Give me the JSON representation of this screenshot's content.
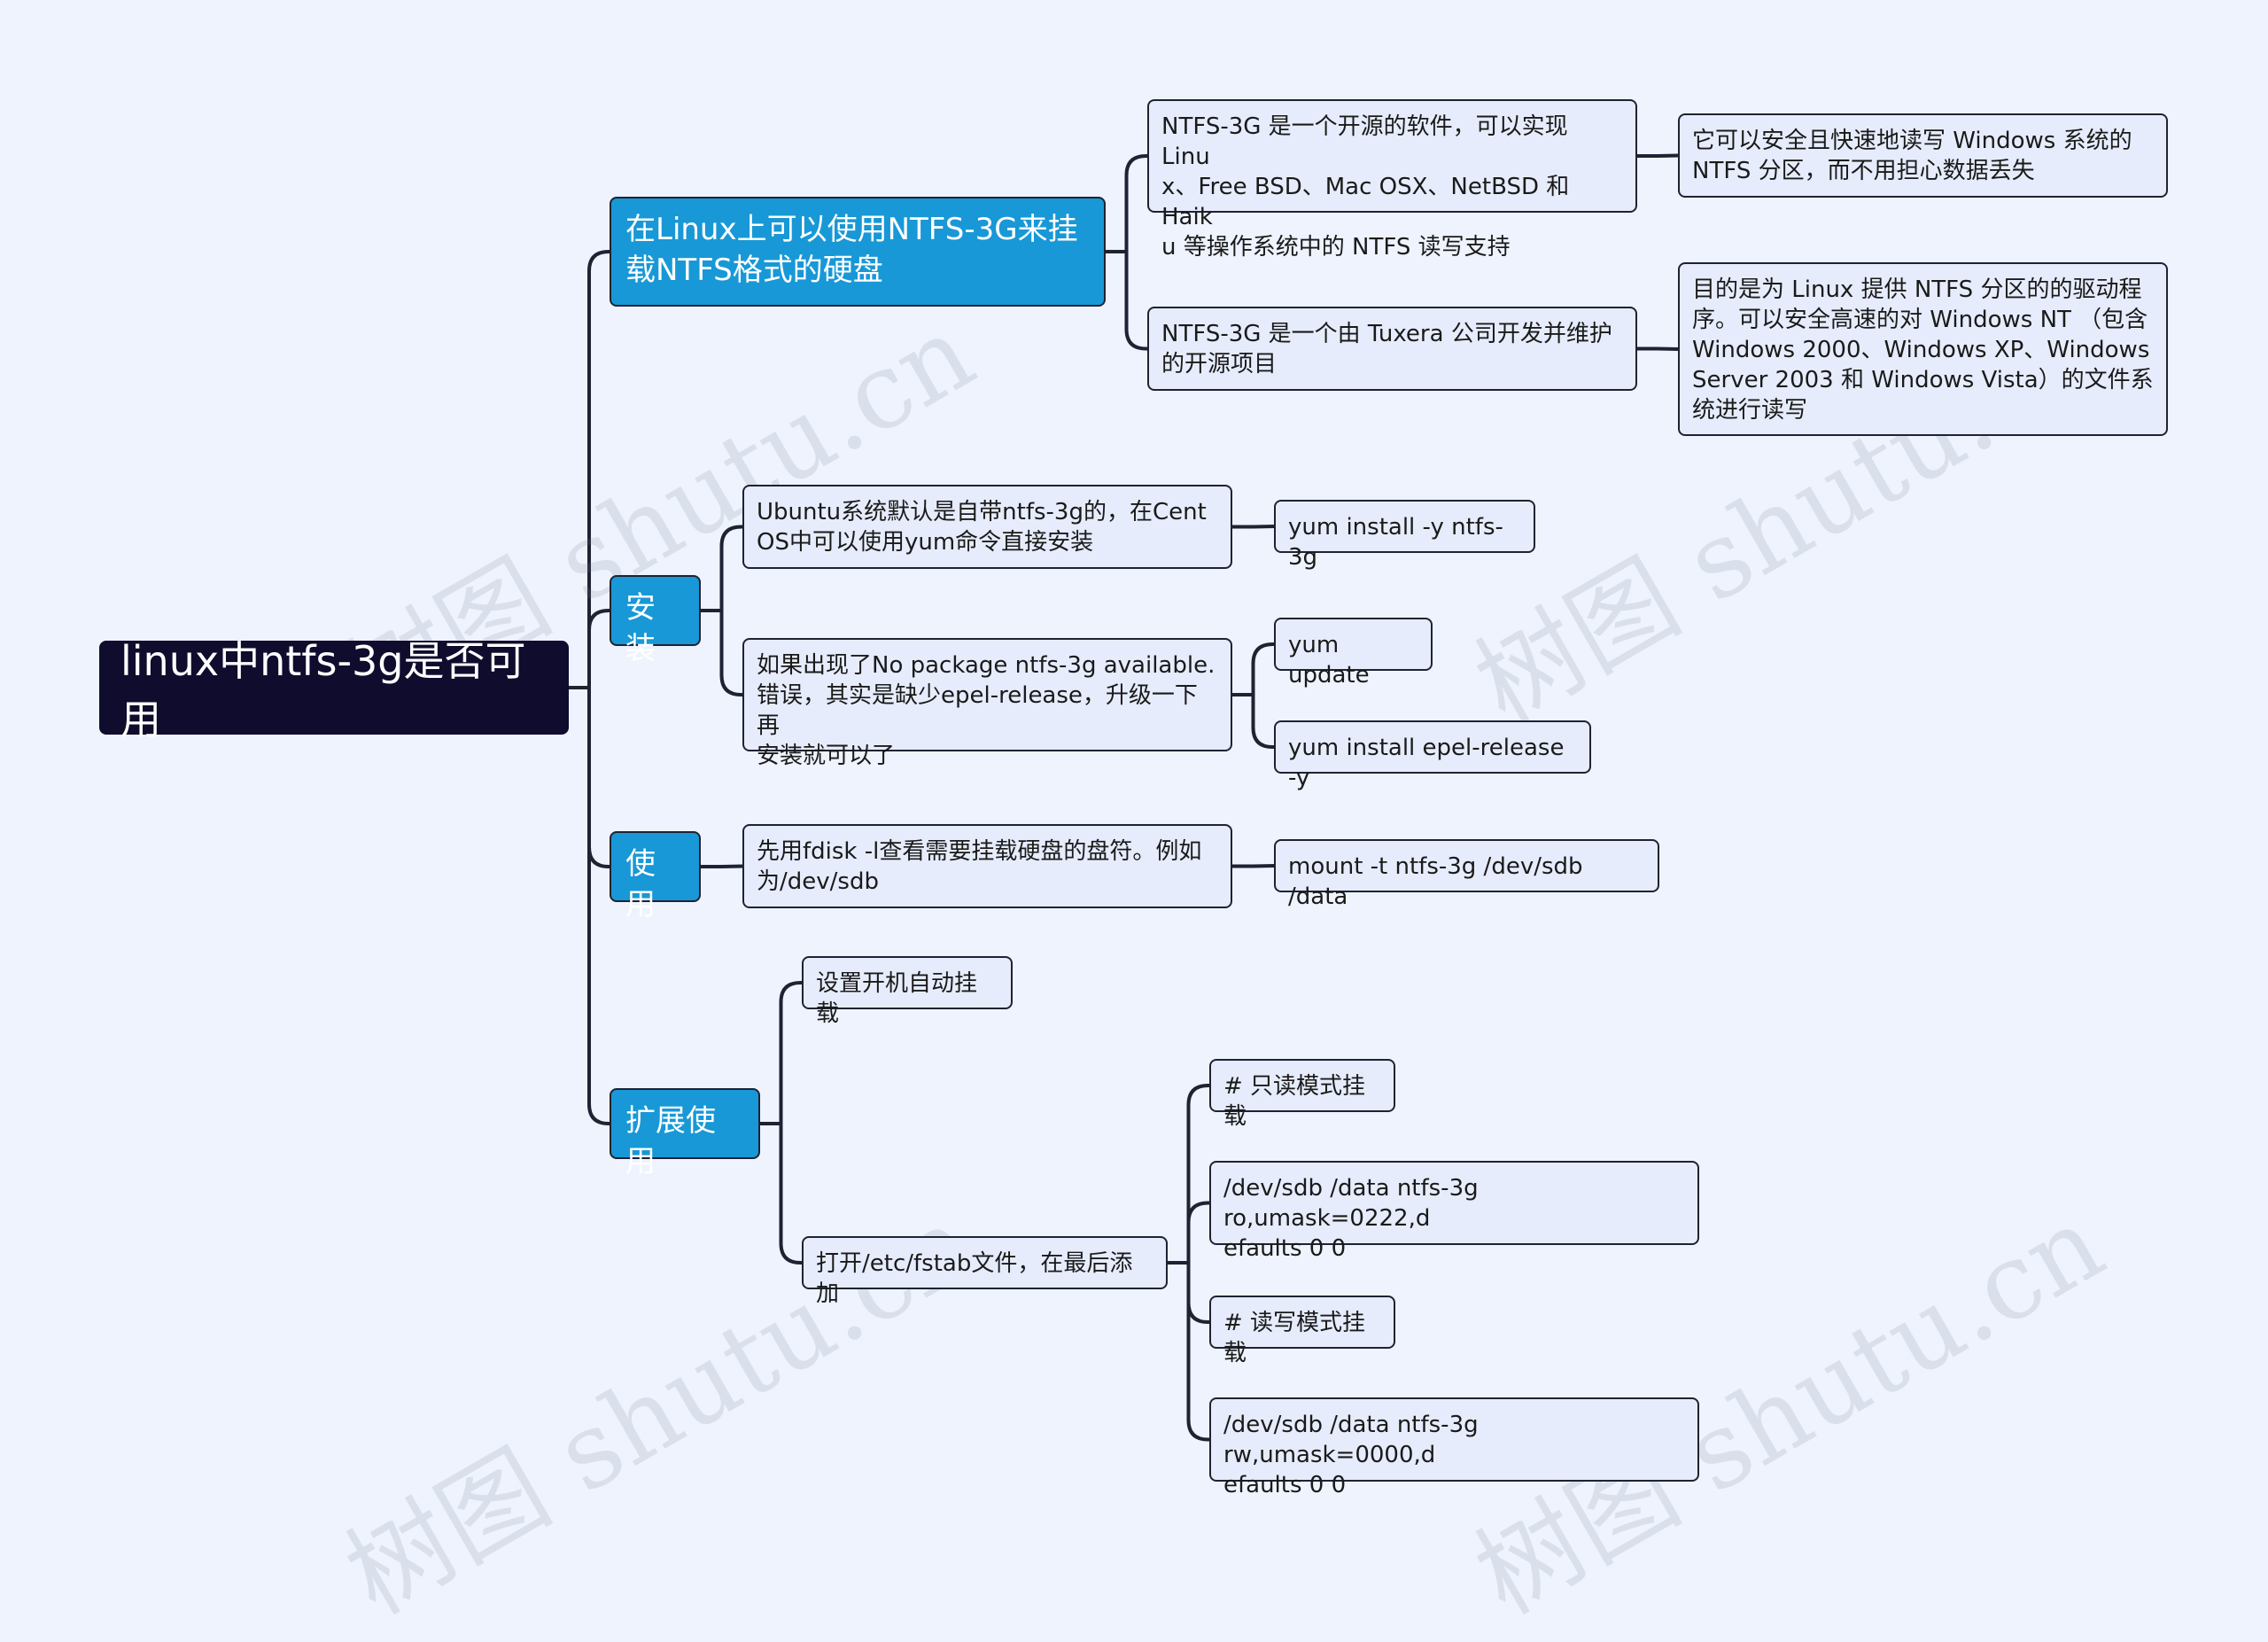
{
  "root": {
    "label": "linux中ntfs-3g是否可用"
  },
  "branches": [
    {
      "label": "在Linux上可以使用NTFS-3G来挂\n载NTFS格式的硬盘",
      "children": [
        {
          "label": "NTFS-3G 是一个开源的软件，可以实现 Linu\nx、Free BSD、Mac OSX、NetBSD 和 Haik\nu 等操作系统中的 NTFS 读写支持",
          "children": [
            {
              "label": "它可以安全且快速地读写 Windows 系统的\nNTFS 分区，而不用担心数据丢失"
            }
          ]
        },
        {
          "label": "NTFS-3G 是一个由 Tuxera 公司开发并维护\n的开源项目",
          "children": [
            {
              "label": "目的是为 Linux 提供 NTFS 分区的的驱动程\n序。可以安全高速的对 Windows NT （包含\nWindows 2000、Windows XP、Windows\nServer 2003 和 Windows Vista）的文件系\n统进行读写"
            }
          ]
        }
      ]
    },
    {
      "label": "安装",
      "children": [
        {
          "label": "Ubuntu系统默认是自带ntfs-3g的，在Cent\nOS中可以使用yum命令直接安装",
          "children": [
            {
              "label": "yum install -y ntfs-3g"
            }
          ]
        },
        {
          "label": "如果出现了No package ntfs-3g available.\n错误，其实是缺少epel-release，升级一下再\n安装就可以了",
          "children": [
            {
              "label": "yum update"
            },
            {
              "label": "yum install epel-release -y"
            }
          ]
        }
      ]
    },
    {
      "label": "使用",
      "children": [
        {
          "label": "先用fdisk -l查看需要挂载硬盘的盘符。例如\n为/dev/sdb",
          "children": [
            {
              "label": "mount -t ntfs-3g /dev/sdb /data"
            }
          ]
        }
      ]
    },
    {
      "label": "扩展使用",
      "children": [
        {
          "label": "设置开机自动挂载"
        },
        {
          "label": "打开/etc/fstab文件，在最后添加",
          "children": [
            {
              "label": "# 只读模式挂载"
            },
            {
              "label": "/dev/sdb /data ntfs-3g ro,umask=0222,d\nefaults 0 0"
            },
            {
              "label": "# 读写模式挂载"
            },
            {
              "label": "/dev/sdb /data ntfs-3g rw,umask=0000,d\nefaults 0 0"
            }
          ]
        }
      ]
    }
  ],
  "watermark": "树图 shutu.cn",
  "colors": {
    "background": "#eef3fd",
    "root": "#0f0c2d",
    "branch": "#1898d6",
    "leaf": "#e6ecfb",
    "line": "#1f2233"
  }
}
